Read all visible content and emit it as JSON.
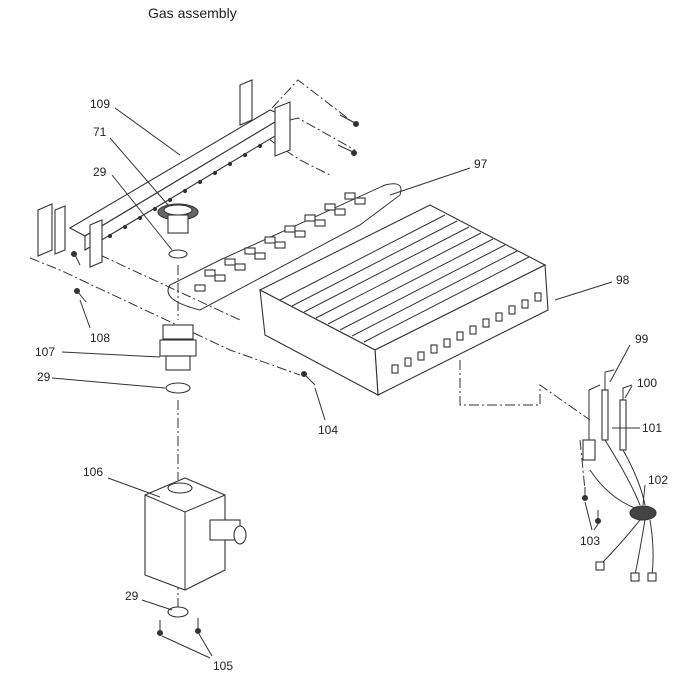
{
  "title": "Gas assembly",
  "labels": {
    "p109": "109",
    "p71": "71",
    "p29a": "29",
    "p97": "97",
    "p98": "98",
    "p108": "108",
    "p107": "107",
    "p29b": "29",
    "p104": "104",
    "p99": "99",
    "p100": "100",
    "p101": "101",
    "p106": "106",
    "p102": "102",
    "p103": "103",
    "p29c": "29",
    "p105": "105"
  }
}
